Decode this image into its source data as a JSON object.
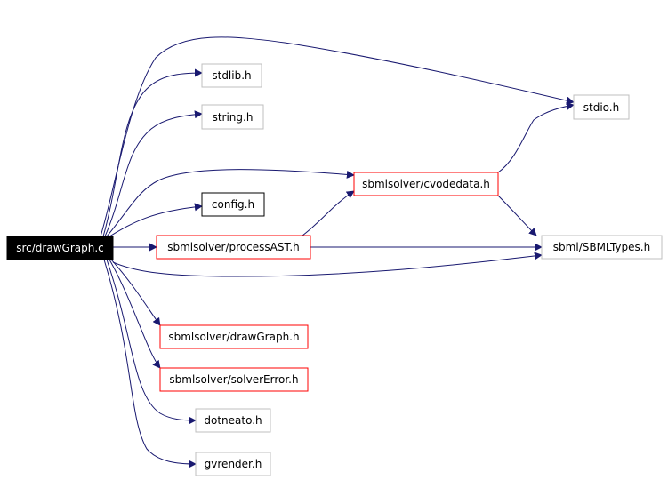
{
  "nodes": {
    "drawGraph_c": {
      "label": "src/drawGraph.c"
    },
    "stdlib": {
      "label": "stdlib.h"
    },
    "string": {
      "label": "string.h"
    },
    "stdio": {
      "label": "stdio.h"
    },
    "cvodedata": {
      "label": "sbmlsolver/cvodedata.h"
    },
    "config": {
      "label": "config.h"
    },
    "processAST": {
      "label": "sbmlsolver/processAST.h"
    },
    "sbmltypes": {
      "label": "sbml/SBMLTypes.h"
    },
    "drawGraph_h": {
      "label": "sbmlsolver/drawGraph.h"
    },
    "solverError": {
      "label": "sbmlsolver/solverError.h"
    },
    "dotneato": {
      "label": "dotneato.h"
    },
    "gvrender": {
      "label": "gvrender.h"
    }
  },
  "colors": {
    "edge": "#191970",
    "root_fill": "#000000",
    "root_text": "#ffffff",
    "documented_border": "#ff0000",
    "undocumented_border": "#bfbfbf",
    "local_border": "#000000"
  }
}
